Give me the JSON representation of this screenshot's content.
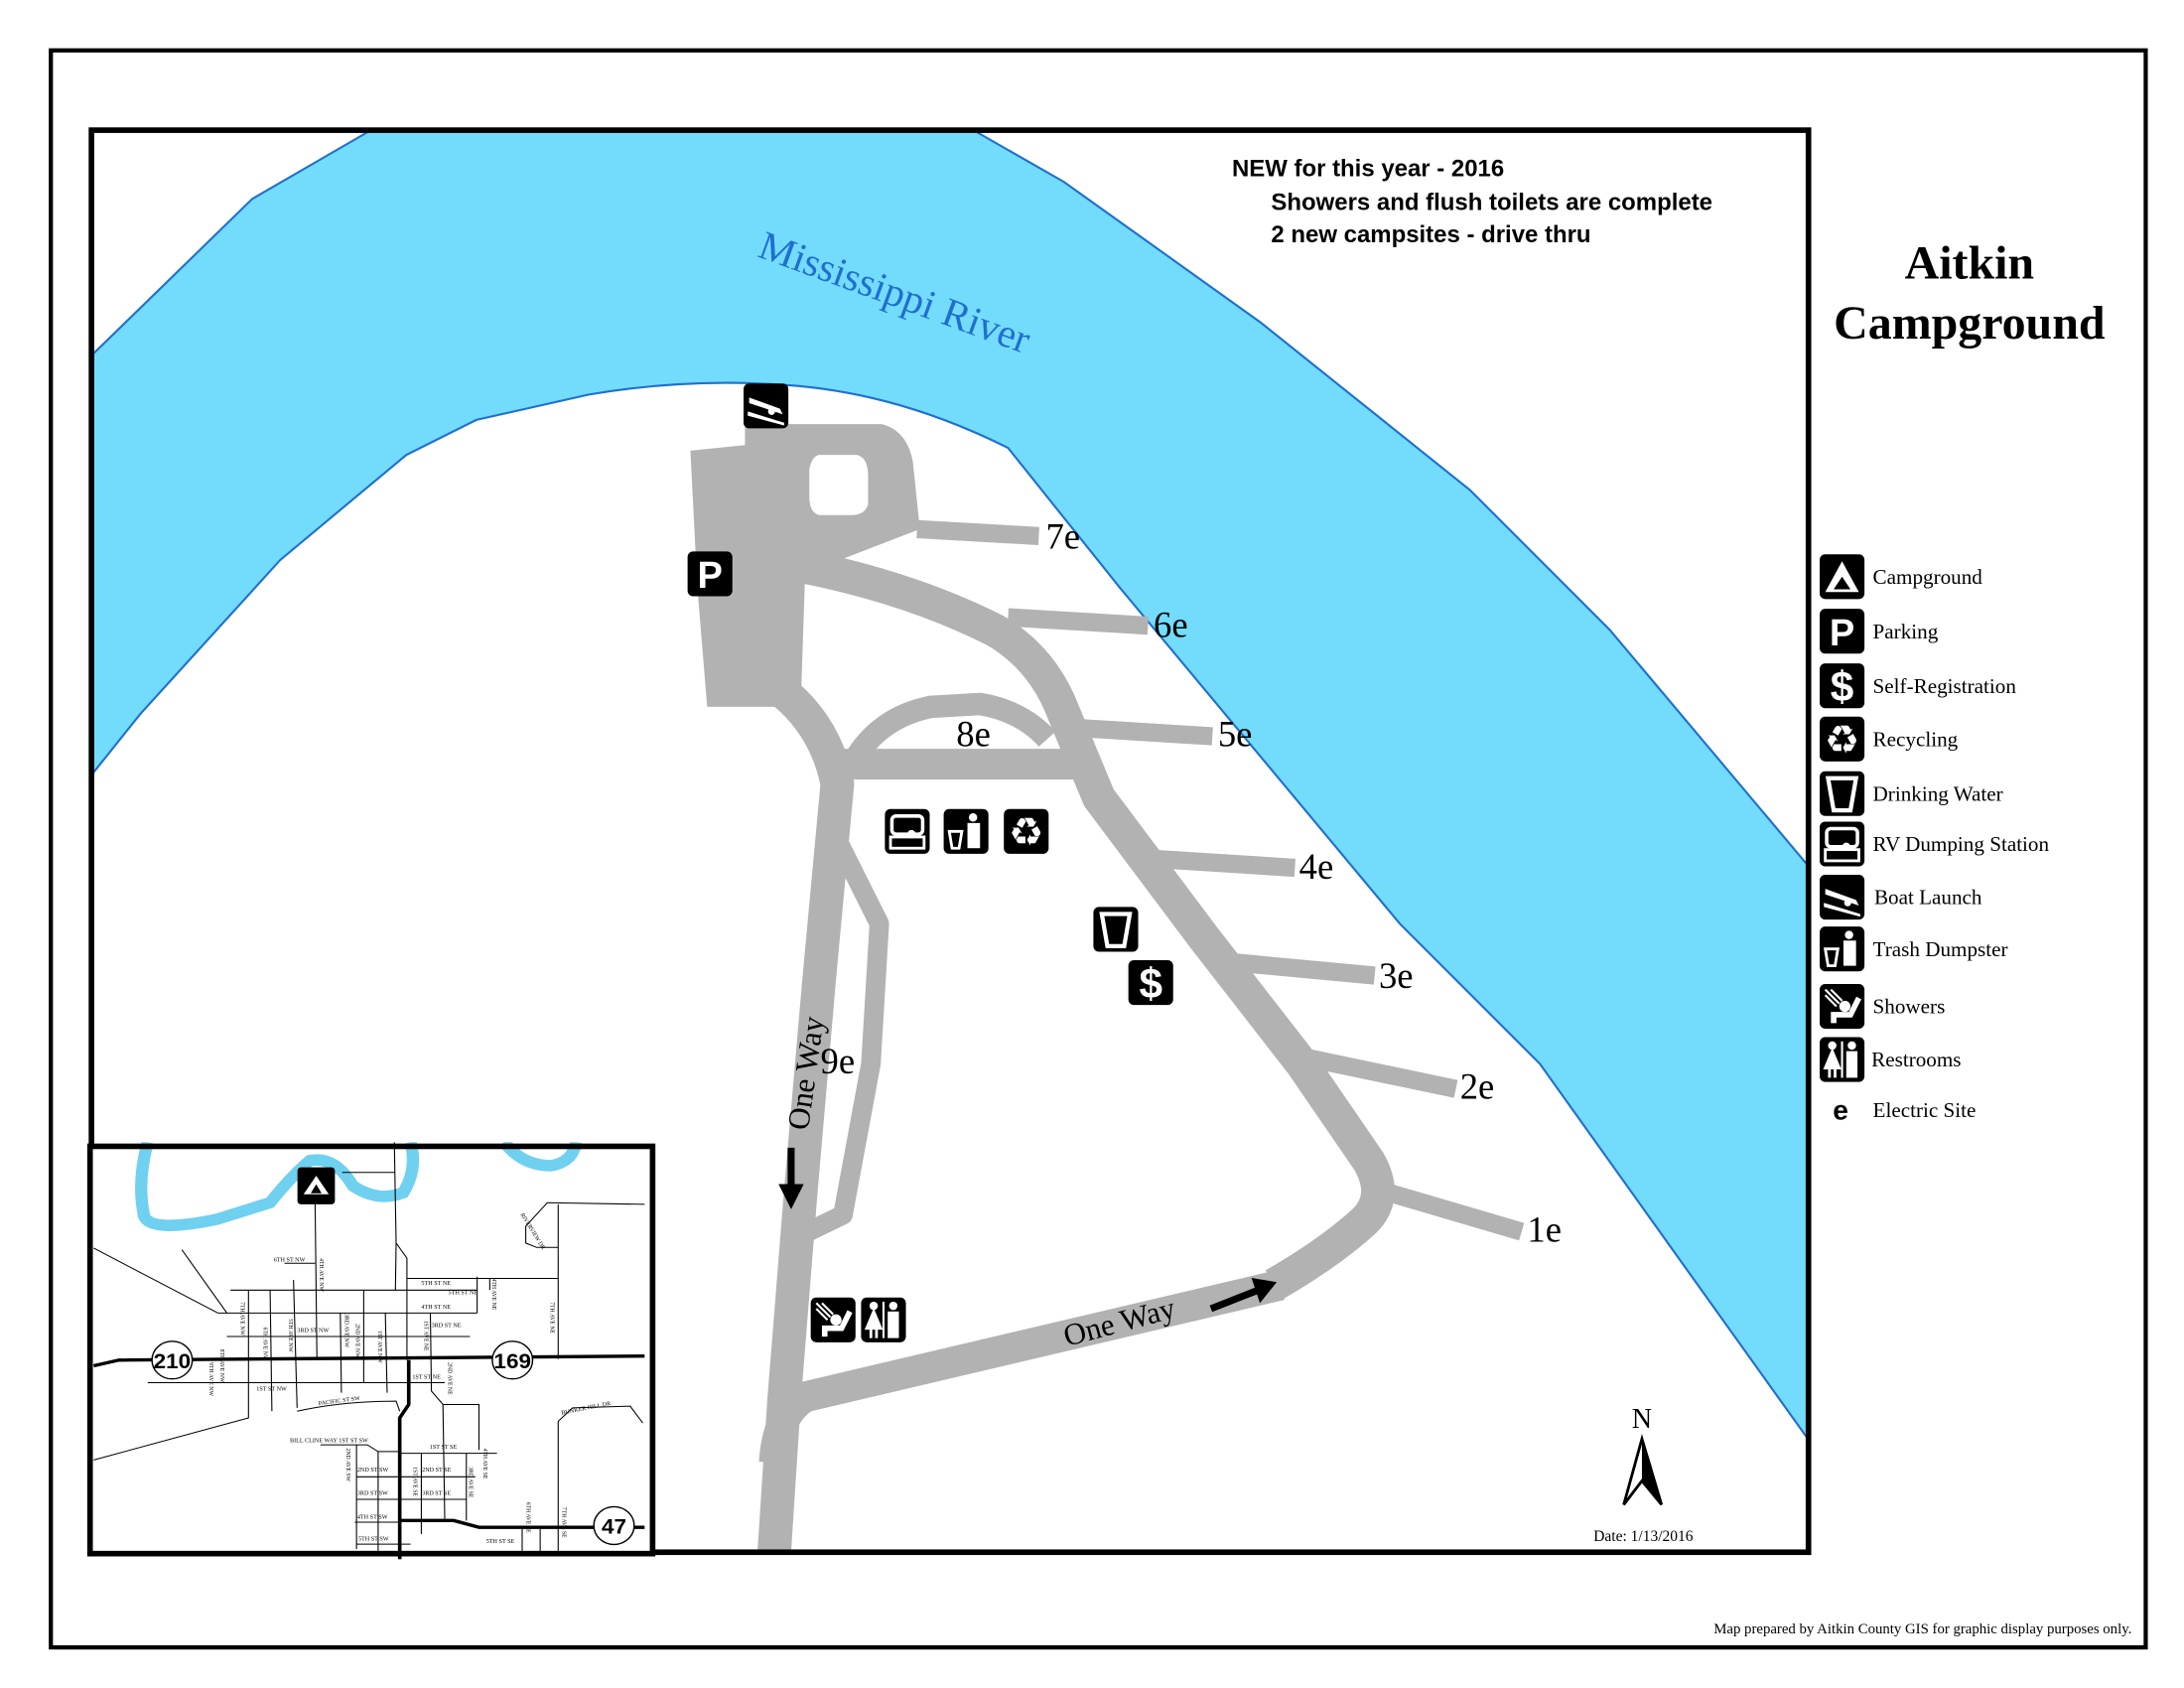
{
  "title": {
    "line1": "Aitkin",
    "line2": "Campground"
  },
  "notice": {
    "line1": "NEW for this year - 2016",
    "line2": "Showers and flush toilets are complete",
    "line3": "2 new campsites - drive thru"
  },
  "river_label": "Mississippi River",
  "sites": [
    "1e",
    "2e",
    "3e",
    "4e",
    "5e",
    "6e",
    "7e",
    "8e",
    "9e"
  ],
  "one_way_label": "One Way",
  "north_label": "N",
  "date": "Date: 1/13/2016",
  "footer": "Map prepared by Aitkin County GIS for graphic display purposes only.",
  "legend": [
    {
      "icon": "campground-icon",
      "label": "Campground"
    },
    {
      "icon": "parking-icon",
      "label": "Parking",
      "glyph": "P"
    },
    {
      "icon": "dollar-icon",
      "label": "Self-Registration",
      "glyph": "$"
    },
    {
      "icon": "recycling-icon",
      "label": "Recycling",
      "glyph": "♻"
    },
    {
      "icon": "drinking-water-icon",
      "label": "Drinking Water"
    },
    {
      "icon": "rv-dump-icon",
      "label": "RV Dumping Station"
    },
    {
      "icon": "boat-launch-icon",
      "label": "Boat Launch"
    },
    {
      "icon": "trash-icon",
      "label": "Trash Dumpster"
    },
    {
      "icon": "shower-icon",
      "label": "Showers"
    },
    {
      "icon": "restroom-icon",
      "label": "Restrooms"
    },
    {
      "icon": "electric-icon",
      "label": "Electric Site",
      "glyph": "e"
    }
  ],
  "inset": {
    "highways": [
      "210",
      "169",
      "47"
    ],
    "streets": [
      "6TH ST NW",
      "4TH AVE NW",
      "5TH ST NE",
      "5TH ST NE",
      "4TH ST NE",
      "4TH AVE NE",
      "3RD ST NE",
      "7TH AVE NE",
      "3RD ST NW",
      "7TH AVE NW",
      "1ST ST NW",
      "PACIFIC ST SW",
      "1ST ST NE",
      "2ND AVE NE",
      "BUNKER HILL DR",
      "BILL CLINE WAY 1ST ST SW",
      "1ST ST SE",
      "2ND ST SW",
      "2ND ST SE",
      "3RD ST SW",
      "3RD ST SE",
      "4TH ST SW",
      "5TH ST SW",
      "5TH ST SE",
      "RIVERVIEW DR",
      "1ST AVE NW",
      "2ND AVE NW",
      "3RD AVE NW",
      "5TH AVE NW",
      "6TH AVE NW",
      "8TH AVE NW",
      "9TH AVE NW",
      "1ST AVE NE",
      "2ND AVE SW",
      "1ST AVE SE",
      "3RD AVE SE",
      "4TH AVE SE",
      "7TH AVE SE",
      "6TH AVE SE"
    ]
  },
  "colors": {
    "water": "#73dcfc",
    "water_edge": "#1f6fd0",
    "road": "#b2b2b2",
    "river_label": "#1f6fd0"
  }
}
